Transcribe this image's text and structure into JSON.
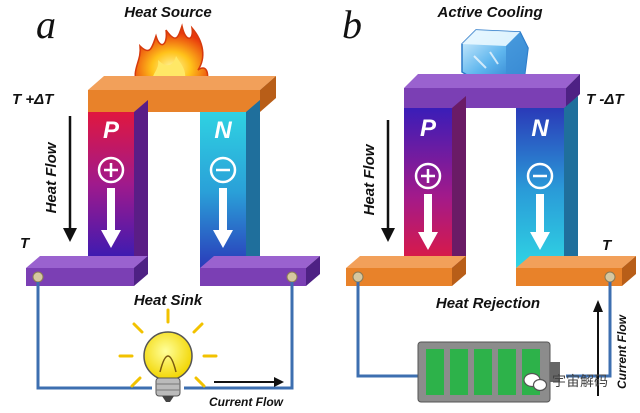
{
  "panel_a": {
    "letter": "a",
    "top_label": "Heat Source",
    "left_temp": "T +ΔT",
    "bottom_temp": "T",
    "flow_label": "Heat Flow",
    "p_label": "P",
    "n_label": "N",
    "bottom_label": "Heat Sink",
    "current_label": "Current Flow"
  },
  "panel_b": {
    "letter": "b",
    "top_label": "Active Cooling",
    "right_temp": "T -ΔT",
    "bottom_temp": "T",
    "flow_label": "Heat Flow",
    "p_label": "P",
    "n_label": "N",
    "bottom_label": "Heat Rejection",
    "current_label": "Current Flow"
  },
  "watermark": "宇宙解码",
  "colors": {
    "orange_plate": "#e8822a",
    "purple_plate": "#7b3fb4",
    "p_leg_top": "#d8154a",
    "p_leg_bottom": "#2a1bb6",
    "n_leg_top": "#28c9dd",
    "n_leg_bottom": "#2a2fb6",
    "wire": "#3d6fb0",
    "battery_green": "#2db24a"
  },
  "icons": {
    "heat_source": "flame-icon",
    "cooling": "ice-cube-icon",
    "load": "light-bulb-icon",
    "power": "battery-icon",
    "watermark": "wechat-icon"
  }
}
